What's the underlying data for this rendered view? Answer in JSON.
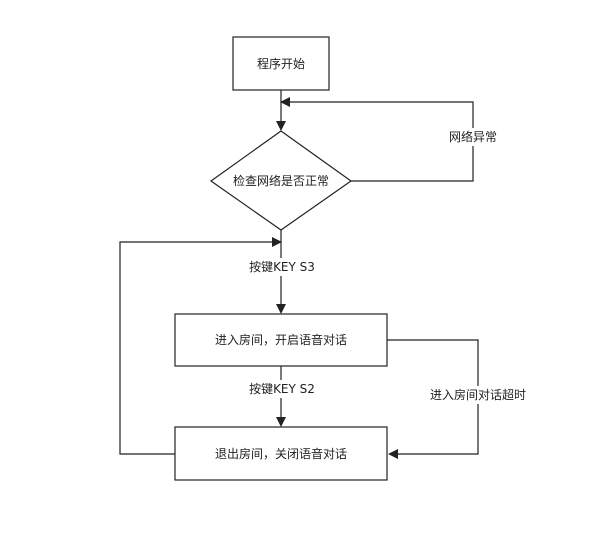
{
  "nodes": {
    "start": "程序开始",
    "check_network": "检查网络是否正常",
    "enter_room": "进入房间，开启语音对话",
    "exit_room": "退出房间，关闭语音对话"
  },
  "edges": {
    "network_error": "网络异常",
    "press_s3": "按键KEY S3",
    "press_s2": "按键KEY S2",
    "timeout": "进入房间对话超时"
  }
}
